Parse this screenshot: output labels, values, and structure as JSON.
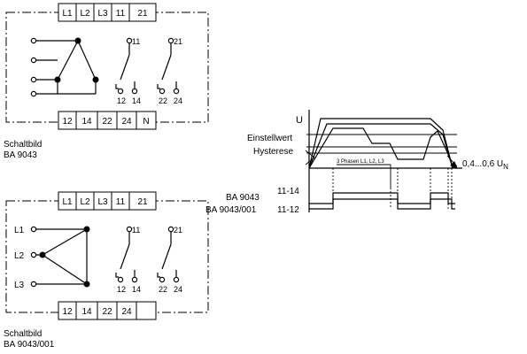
{
  "diagram1": {
    "top_terminals": [
      "L1",
      "L2",
      "L3",
      "11",
      "21"
    ],
    "bottom_terminals": [
      "12",
      "14",
      "22",
      "24",
      "N"
    ],
    "contact_labels": [
      "11",
      "21",
      "12",
      "14",
      "22",
      "24"
    ],
    "caption_line1": "Schaltbild",
    "caption_line2": "BA 9043"
  },
  "diagram2": {
    "top_terminals": [
      "L1",
      "L2",
      "L3",
      "11",
      "21"
    ],
    "bottom_terminals": [
      "12",
      "14",
      "22",
      "24",
      ""
    ],
    "phase_labels": [
      "L1",
      "L2",
      "L3"
    ],
    "contact_labels": [
      "11",
      "21",
      "12",
      "14",
      "22",
      "24"
    ],
    "caption_line1": "Schaltbild",
    "caption_line2": "BA 9043/001"
  },
  "timing": {
    "u_label": "U",
    "setpoint_label": "Einstellwert",
    "hysteresis_label": "Hysterese",
    "phases_note": "3 Phasen L1, L2, L3",
    "threshold_label": "0,4...0,6 U",
    "threshold_subscript": "N",
    "device1_label": "BA 9043",
    "device2_label": "BA 9043/001",
    "contact1_label": "11-14",
    "contact2_label": "11-12"
  }
}
